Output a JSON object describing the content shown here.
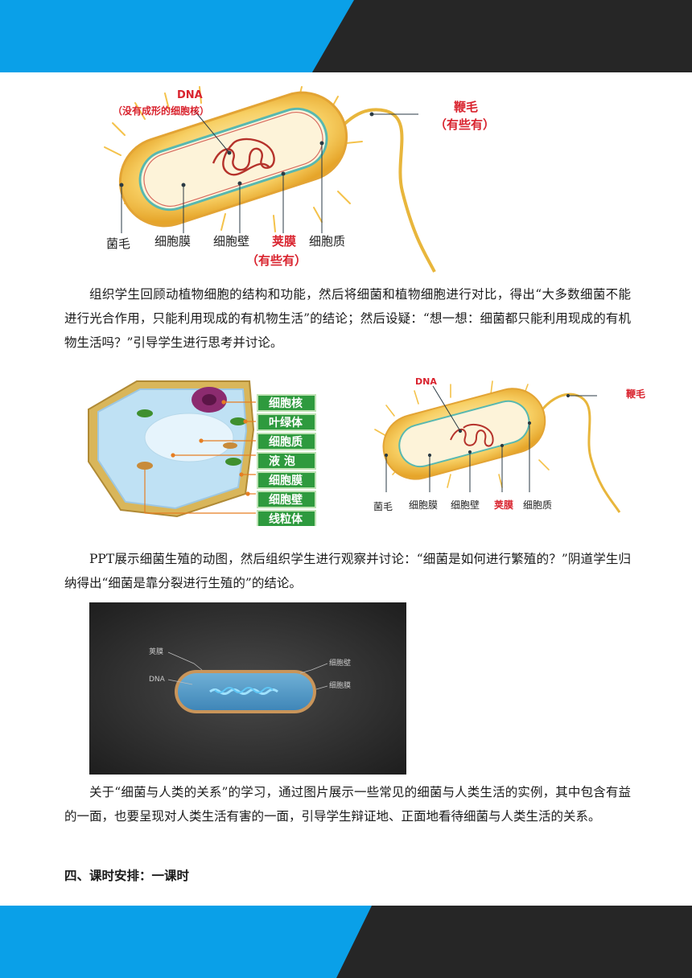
{
  "figure1": {
    "dna_label": "DNA",
    "dna_note": "（没有成形的细胞核）",
    "flagellum_label": "鞭毛",
    "flagellum_note": "（有些有）",
    "labels": [
      "菌毛",
      "细胞膜",
      "细胞壁",
      "荚膜",
      "细胞质"
    ],
    "capsule_note": "（有些有）"
  },
  "paragraph1": "组织学生回顾动植物细胞的结构和功能，然后将细菌和植物细胞进行对比，得出“大多数细菌不能进行光合作用，只能利用现成的有机物生活”的结论；然后设疑：“想一想：细菌都只能利用现成的有机物生活吗？”引导学生进行思考并讨论。",
  "figure2": {
    "plant_labels": [
      "细胞核",
      "叶绿体",
      "细胞质",
      "液 泡",
      "细胞膜",
      "细胞壁",
      "线粒体"
    ],
    "dna_label": "DNA",
    "flagellum_label": "鞭毛",
    "labels": [
      "菌毛",
      "细胞膜",
      "细胞壁",
      "荚膜",
      "细胞质"
    ]
  },
  "paragraph2": "PPT展示细菌生殖的动图，然后组织学生进行观察并讨论：“细菌是如何进行繁殖的？”阴道学生归纳得出“细菌是靠分裂进行生殖的”的结论。",
  "figure3": {
    "capsule_label": "荚膜",
    "dna_label": "DNA",
    "wall_label": "细胞壁",
    "membrane_label": "细胞膜"
  },
  "paragraph3": "关于“细菌与人类的关系”的学习，通过图片展示一些常见的细菌与人类生活的实例，其中包含有益的一面，也要呈现对人类生活有害的一面，引导学生辩证地、正面地看待细菌与人类生活的关系。",
  "heading": "四、课时安排：一课时",
  "colors": {
    "band_blue": "#0aa0e8",
    "band_dark": "#262626",
    "highlight": "#d9232e",
    "label_green": "#2e9a3e"
  }
}
